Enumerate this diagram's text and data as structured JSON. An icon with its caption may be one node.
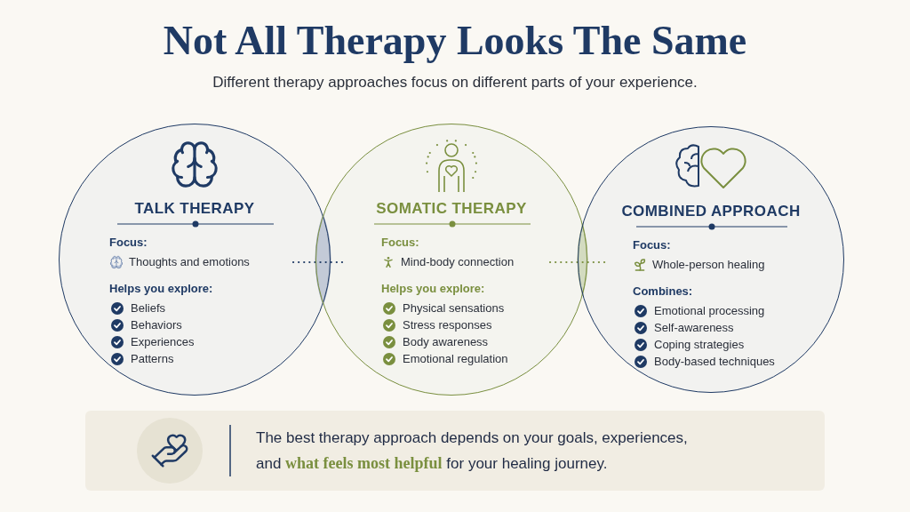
{
  "diagram": {
    "title": "Not All Therapy Looks The Same",
    "nodes": [
      {
        "text": [
          "TALK THERAPY",
          "Focus:",
          "Thoughts and emotions",
          "Helps you explore:",
          "Beliefs",
          "Behaviors",
          "Experiences",
          "Patterns"
        ]
      },
      {
        "text": [
          "SOMATIC THERAPY",
          "Focus:",
          "Mind-body connection",
          "Helps you explore:",
          "Physical sensations",
          "Stress responses",
          "Body awareness",
          "Emotional regulation"
        ]
      },
      {
        "text": [
          "COMBINED APPROACH",
          "Focus:",
          "Whole-person healing",
          "Combines:",
          "Emotional processing",
          "Self-awareness",
          "Coping strategies",
          "Body-based techniques"
        ]
      },
      {
        "text": [
          "The best therapy approach depends on your goals, experiences, and **what feels most helpful** for your healing journey."
        ]
      }
    ],
    "edges": [
      {
        "from": 0,
        "to": 1,
        "arrow": "none",
        "style": "dashed",
        "color": "#1f3a64"
      },
      {
        "from": 1,
        "to": 2,
        "arrow": "none",
        "style": "dashed",
        "color": "#7a8f3f"
      }
    ],
    "labels": [
      "Different therapy approaches focus on different parts of your experience."
    ]
  }
}
